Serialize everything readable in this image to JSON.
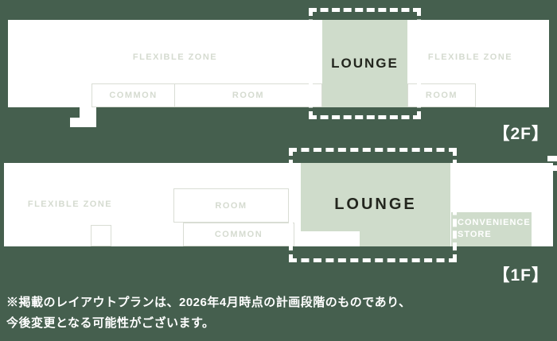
{
  "colors": {
    "background": "#455f4e",
    "plan_fill": "#ffffff",
    "lounge_fill": "#cfdccb",
    "zone_label_text": "#d5dbd0",
    "lounge_text": "#23261e",
    "dashed_border": "#ffffff",
    "footnote_text": "#ffffff"
  },
  "floor2": {
    "floor_label": "【2F】",
    "flexible_left": "FLEXIBLE ZONE",
    "common": "COMMON",
    "room_left": "ROOM",
    "lounge": "LOUNGE",
    "room_right": "ROOM",
    "flexible_right": "FLEXIBLE ZONE"
  },
  "floor1": {
    "floor_label": "【1F】",
    "flexible": "FLEXIBLE ZONE",
    "room": "ROOM",
    "common": "COMMON",
    "lounge": "LOUNGE",
    "convenience_store": "CONVENIENCE STORE"
  },
  "footnote": {
    "line1": "※掲載のレイアウトプランは、2026年4月時点の計画段階のものであり、",
    "line2": "今後変更となる可能性がございます。"
  }
}
